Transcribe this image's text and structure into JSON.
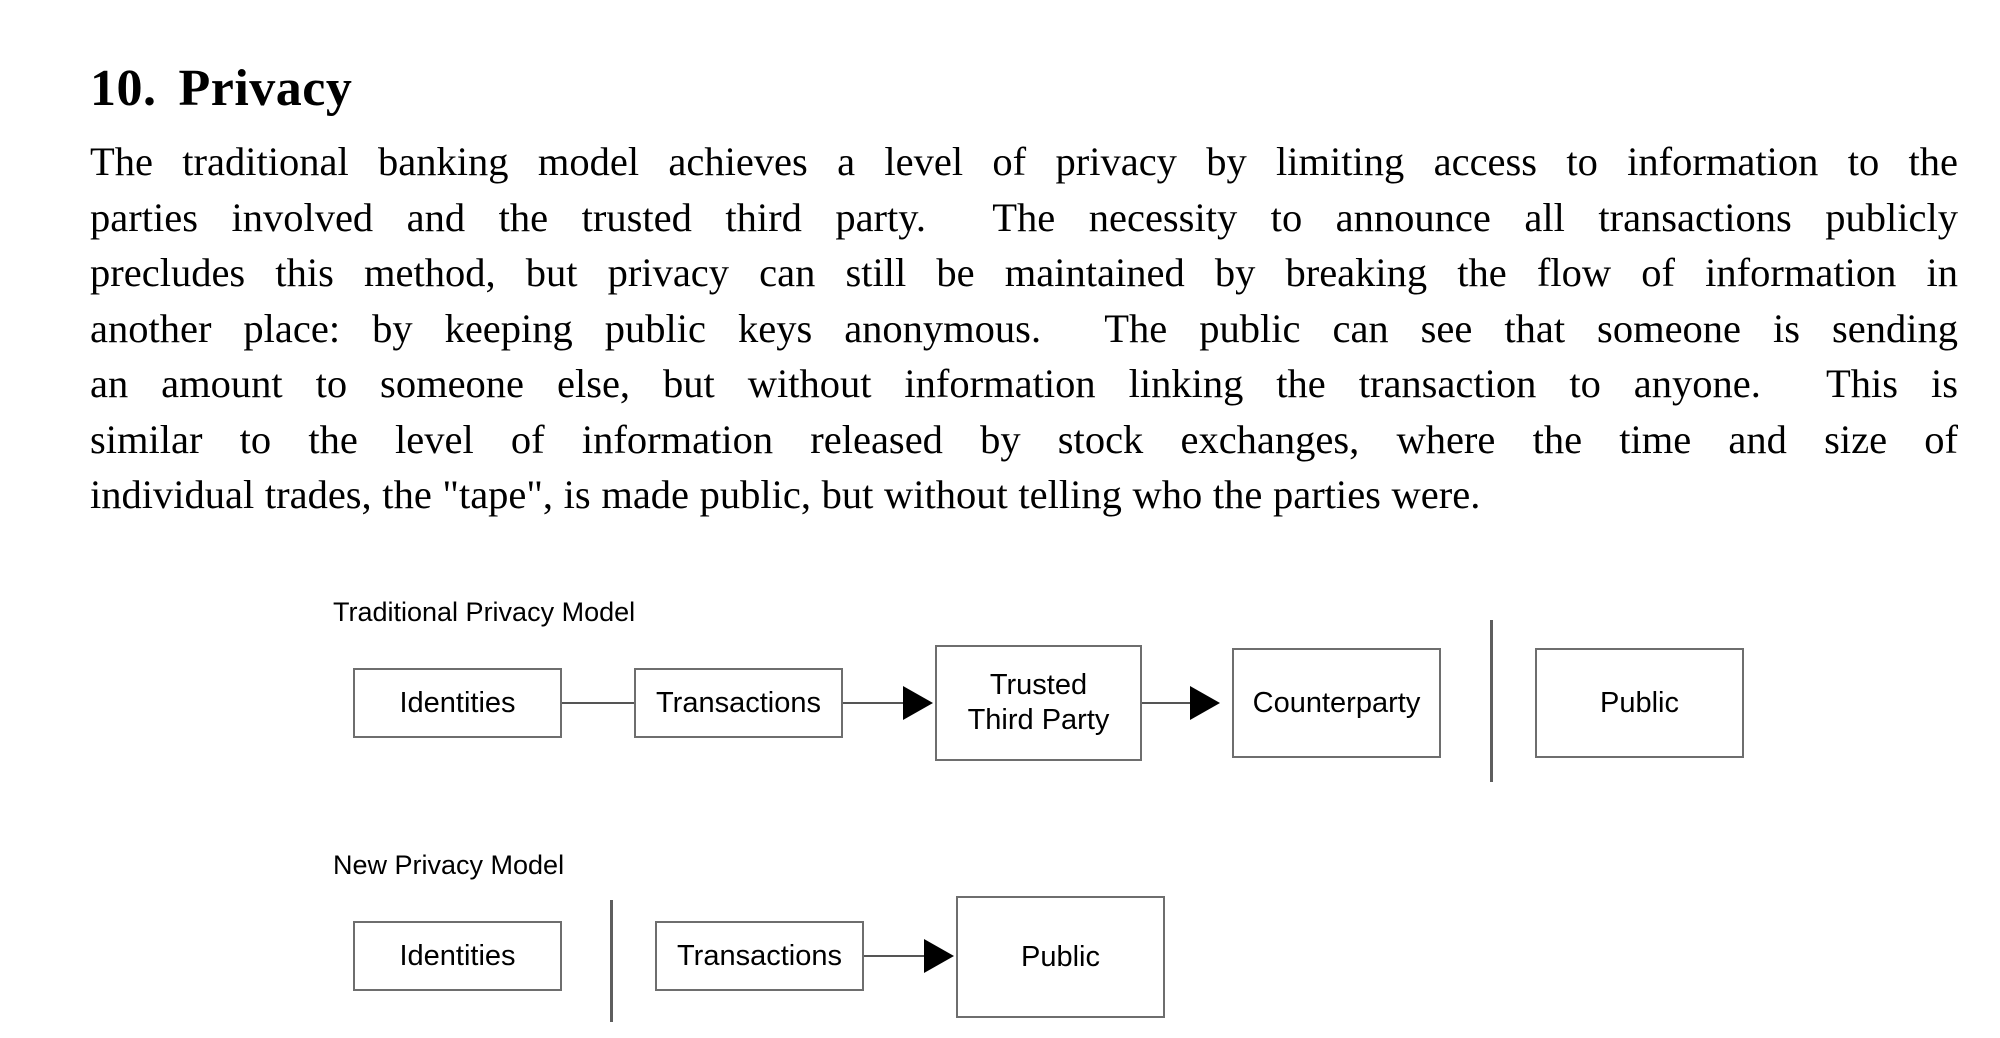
{
  "document": {
    "section_number": "10.",
    "section_title": "Privacy",
    "paragraph_lines": [
      "The traditional banking model achieves a level of privacy by limiting access to information to the",
      "parties involved and the trusted third party.  The necessity to announce all transactions publicly",
      "precludes this method, but privacy can still be maintained by breaking the flow of information in",
      "another place: by keeping public keys anonymous.  The public can see that someone is sending",
      "an amount to someone else, but without information linking the transaction to anyone.  This is",
      "similar to the level of information released by stock exchanges, where the time and size of",
      "individual trades, the \"tape\", is made public, but without telling who the parties were."
    ]
  },
  "diagram": {
    "traditional": {
      "title": "Traditional Privacy Model",
      "nodes": [
        {
          "id": "identities",
          "label": "Identities"
        },
        {
          "id": "transactions",
          "label": "Transactions"
        },
        {
          "id": "trusted-third-party",
          "label": "Trusted\nThird Party"
        },
        {
          "id": "counterparty",
          "label": "Counterparty"
        },
        {
          "id": "public",
          "label": "Public"
        }
      ]
    },
    "new": {
      "title": "New Privacy Model",
      "nodes": [
        {
          "id": "identities",
          "label": "Identities"
        },
        {
          "id": "transactions",
          "label": "Transactions"
        },
        {
          "id": "public",
          "label": "Public"
        }
      ]
    }
  },
  "colors": {
    "background": "#ffffff",
    "text": "#000000",
    "box_border": "#6e6e6e",
    "connector": "#555555",
    "divider": "#5e5e5e",
    "arrow_fill": "#000000"
  }
}
